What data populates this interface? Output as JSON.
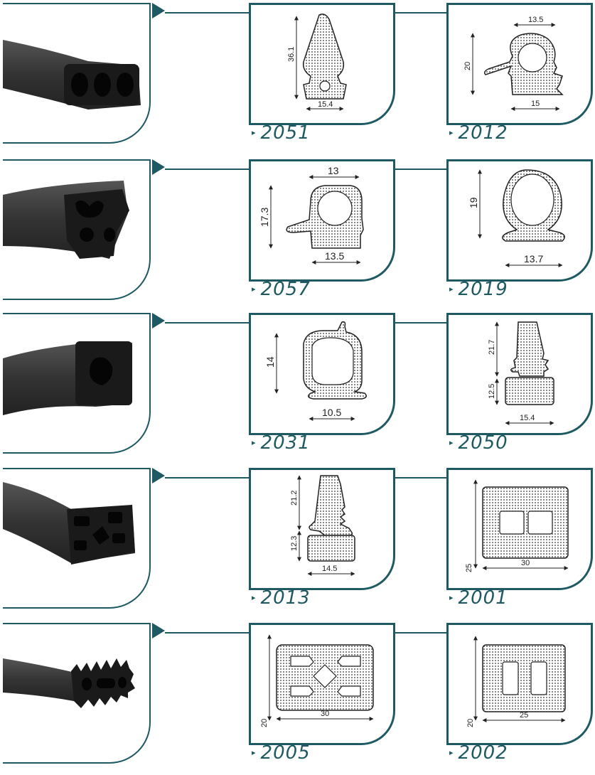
{
  "profiles": [
    {
      "left_code": "2051",
      "right_code": "2012",
      "left_dims": [
        "36.1",
        "15.4"
      ],
      "right_dims": [
        "13.5",
        "20",
        "15"
      ]
    },
    {
      "left_code": "2057",
      "right_code": "2019",
      "left_dims": [
        "13",
        "17.3",
        "13.5"
      ],
      "right_dims": [
        "19",
        "13.7"
      ]
    },
    {
      "left_code": "2031",
      "right_code": "2050",
      "left_dims": [
        "14",
        "10.5"
      ],
      "right_dims": [
        "21.7",
        "12.5",
        "15.4"
      ]
    },
    {
      "left_code": "2013",
      "right_code": "2001",
      "left_dims": [
        "21.2",
        "12.3",
        "14.5"
      ],
      "right_dims": [
        "25",
        "30"
      ]
    },
    {
      "left_code": "2005",
      "right_code": "2002",
      "left_dims": [
        "20",
        "30"
      ],
      "right_dims": [
        "20",
        "25"
      ]
    }
  ],
  "colors": {
    "accent": "#1f5a63",
    "rubber": "#2b2b2b"
  }
}
